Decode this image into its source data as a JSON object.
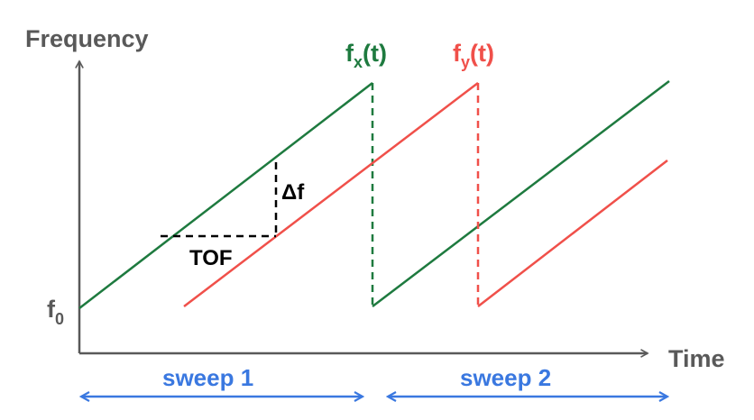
{
  "axes": {
    "y_label": "Frequency",
    "x_label": "Time",
    "origin_label": {
      "base": "f",
      "sub": "0"
    }
  },
  "signals": {
    "fx": {
      "base": "f",
      "sub": "x",
      "suffix": "(t)",
      "color": "#1e7a3f"
    },
    "fy": {
      "base": "f",
      "sub": "y",
      "suffix": "(t)",
      "color": "#f0504a"
    }
  },
  "annotations": {
    "delta_f": "Δf",
    "tof": "TOF"
  },
  "sweeps": [
    {
      "label": "sweep 1",
      "color": "#3a78e0"
    },
    {
      "label": "sweep 2",
      "color": "#3a78e0"
    }
  ],
  "colors": {
    "axis": "#595959",
    "dashed_marker": "#000000"
  }
}
